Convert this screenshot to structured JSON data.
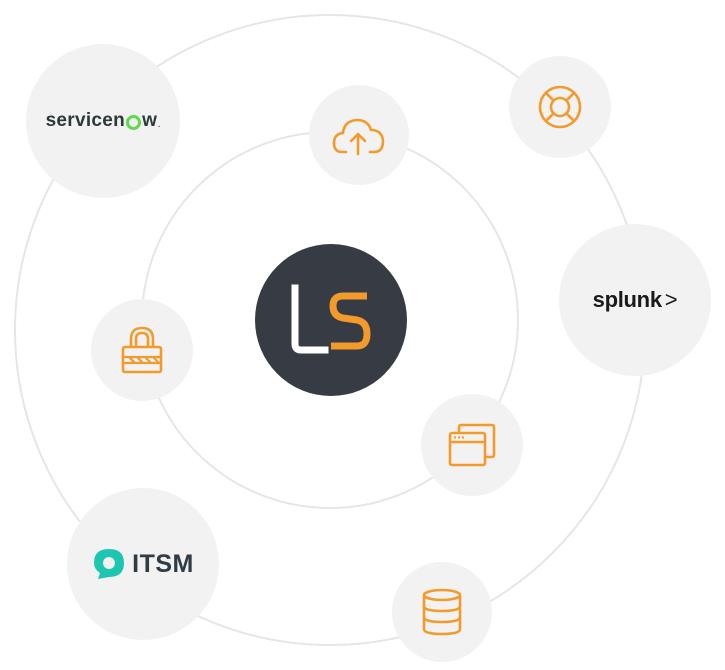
{
  "hub": {
    "letter_l": "L",
    "letter_s": "S"
  },
  "brands": {
    "servicenow": {
      "text_before": "servicen",
      "text_after": "w",
      "tm": ".",
      "accent": "#62d84e"
    },
    "splunk": {
      "text": "splunk",
      "mark": ">"
    },
    "itsm": {
      "text": "ITSM",
      "accent": "#1cc6b0"
    }
  },
  "icons": {
    "cloud": "cloud-upload-icon",
    "lifebuoy": "lifebuoy-icon",
    "lock": "padlock-icon",
    "windows": "browser-windows-icon",
    "database": "database-icon"
  },
  "colors": {
    "hub_bg": "#363b44",
    "node_bg": "#f2f2f2",
    "icon_orange": "#f39a2b",
    "ring": "#e6e6e6"
  }
}
